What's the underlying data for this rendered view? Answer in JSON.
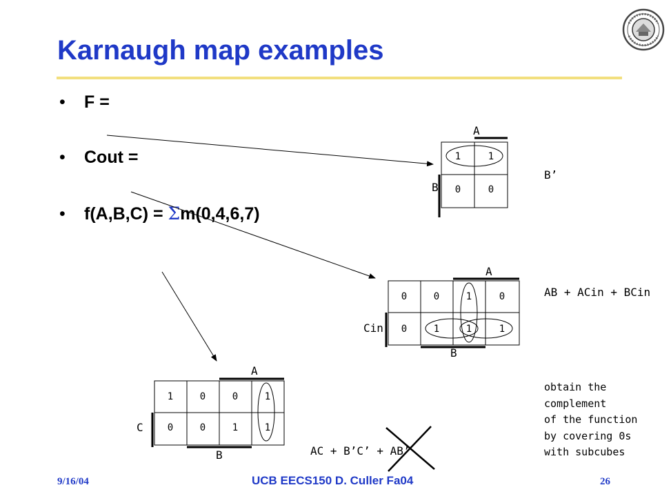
{
  "slide": {
    "title": "Karnaugh map examples",
    "bullets": [
      {
        "marker": "•",
        "text": "F ="
      },
      {
        "marker": "•",
        "text": "Cout ="
      },
      {
        "marker": "•",
        "text_before": "f(A,B,C) = ",
        "sigma": "Σ",
        "text_after": "m(0,4,6,7)"
      }
    ]
  },
  "maps": {
    "map1": {
      "var_top": "A",
      "var_left": "B",
      "rows": [
        [
          "1",
          "1"
        ],
        [
          "0",
          "0"
        ]
      ],
      "result": "B’"
    },
    "map2": {
      "var_top": "A",
      "var_left": "Cin",
      "var_bottom": "B",
      "rows": [
        [
          "0",
          "0",
          "1",
          "0"
        ],
        [
          "0",
          "1",
          "1",
          "1"
        ]
      ],
      "result": "AB + ACin + BCin"
    },
    "map3": {
      "var_top": "A",
      "var_left": "C",
      "var_bottom": "B",
      "rows": [
        [
          "1",
          "0",
          "0",
          "1"
        ],
        [
          "0",
          "0",
          "1",
          "1"
        ]
      ],
      "result": "AC + B’C’ + AB’"
    }
  },
  "note": {
    "lines": [
      "obtain the",
      "complement",
      "of the function",
      "by covering 0s",
      "with subcubes"
    ]
  },
  "footer": {
    "date": "9/16/04",
    "course": "UCB EECS150 D. Culler Fa04",
    "page": "26"
  },
  "colors": {
    "title": "#1f39c7",
    "rule": "#f2df7e"
  }
}
